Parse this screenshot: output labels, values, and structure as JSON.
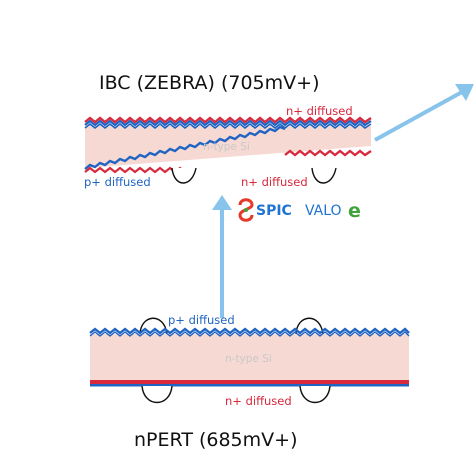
{
  "top_cell": {
    "title": "IBC (ZEBRA) (705mV+)",
    "top_label": "n+ diffused",
    "bulk_label": "n-type Si",
    "left_label": "p+ diffused",
    "right_label": "n+ diffused"
  },
  "bottom_cell": {
    "title": "nPERT (685mV+)",
    "top_label": "p+ diffused",
    "bulk_label": "n-type Si",
    "bottom_label": "n+ diffused"
  },
  "logo": {
    "spic": "SPIC",
    "valo": "VALO",
    "e": "e"
  },
  "colors": {
    "bulk": "#f6d9d3",
    "n_layer": "#d8283c",
    "p_layer": "#1f64c2",
    "arrow": "#87c3ea"
  }
}
